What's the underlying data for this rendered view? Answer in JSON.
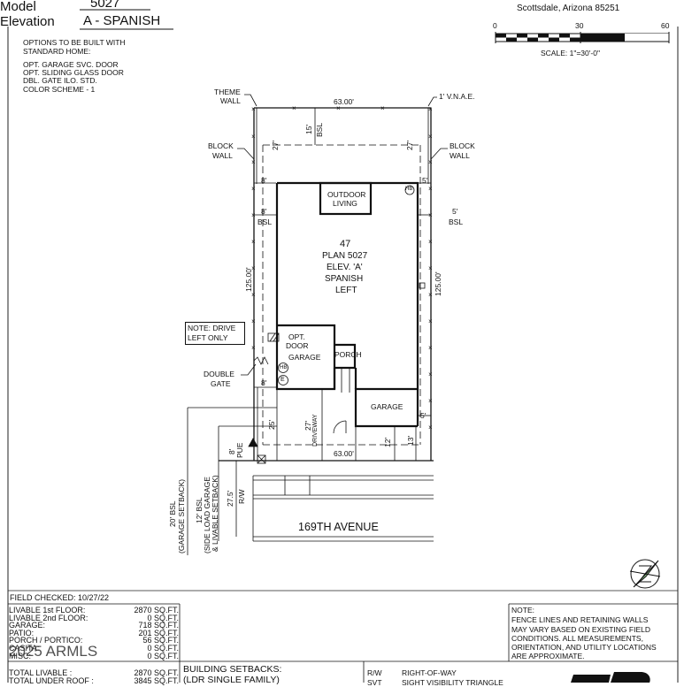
{
  "header": {
    "model_label": "Model",
    "model_value": "5027",
    "elevation_label": "Elevation",
    "elevation_value": "A - SPANISH",
    "address_line": "Scottsdale, Arizona 85251"
  },
  "options": {
    "heading_1": "OPTIONS TO BE BUILT WITH",
    "heading_2": "STANDARD HOME:",
    "items": [
      "OPT. GARAGE SVC. DOOR",
      "OPT. SLIDING GLASS DOOR",
      "DBL. GATE ILO. STD.",
      "COLOR SCHEME - 1"
    ]
  },
  "scale": {
    "ticks": [
      "0",
      "30",
      "60"
    ],
    "label": "SCALE:  1\"=30'-0\""
  },
  "plan": {
    "theme_wall": [
      "THEME",
      "WALL"
    ],
    "vnae": "1' V.N.A.E.",
    "top_width": "63.00'",
    "bsl_15": "15'",
    "bsl_15_sub": "BSL",
    "left_27": "27'",
    "right_27": "27'",
    "block_wall_left": [
      "BLOCK",
      "WALL"
    ],
    "block_wall_right": [
      "BLOCK",
      "WALL"
    ],
    "left_8_top": "8'",
    "right_5_top": "5'",
    "left_8_bsl": "8'",
    "left_bsl": "BSL",
    "right_5_bsl": "5'",
    "right_bsl": "BSL",
    "outdoor_living": [
      "OUTDOOR",
      "LIVING"
    ],
    "hb_top": "HB",
    "lot_number": "47",
    "plan_text": "PLAN 5027",
    "elev_text": "ELEV. 'A'",
    "style_text": "SPANISH",
    "hand_text": "LEFT",
    "left_depth": "125.00'",
    "right_depth": "125.00'",
    "note_drive": [
      "NOTE: DRIVE",
      "LEFT ONLY"
    ],
    "opt_door": [
      "OPT.",
      "DOOR"
    ],
    "garage_left": "GARAGE",
    "porch": "PORCH",
    "hb_left": "HB",
    "e_label": "E",
    "double_gate": [
      "DOUBLE",
      "GATE"
    ],
    "left_8_gate": "8'",
    "garage_right": "GARAGE",
    "right_5_garage": "5'",
    "left_25": "25'",
    "center_27": "27'",
    "driveway": "DRIVEWAY",
    "center_12": "12'",
    "right_13": "13'",
    "pue_8": "8'",
    "pue": "PUE",
    "bottom_width": "63.00'",
    "rw_27": "27.5'",
    "rw": "R/W",
    "bsl_20": [
      "20' BSL",
      "(GARAGE SETBACK)"
    ],
    "bsl_12": [
      "12' BSL",
      "(SIDE LOAD GARAGE",
      "& LIVABLE SETBACK)"
    ],
    "street": "169TH AVENUE"
  },
  "field_checked": "FIELD CHECKED:  10/27/22",
  "areas": [
    {
      "label": "LIVABLE 1st FLOOR:",
      "value": "2870 SQ.FT."
    },
    {
      "label": "LIVABLE 2nd FLOOR:",
      "value": "0 SQ.FT."
    },
    {
      "label": "GARAGE:",
      "value": "718 SQ.FT."
    },
    {
      "label": "PATIO:",
      "value": "201 SQ.FT."
    },
    {
      "label": "PORCH / PORTICO:",
      "value": "56 SQ.FT."
    },
    {
      "label": "CASITA:",
      "value": "0 SQ.FT."
    },
    {
      "label": "MISC:",
      "value": "0 SQ.FT."
    }
  ],
  "totals": [
    {
      "label": "TOTAL LIVABLE :",
      "value": "2870 SQ.FT."
    },
    {
      "label": "TOTAL UNDER ROOF :",
      "value": "3845 SQ.FT."
    }
  ],
  "watermark": "2025 ARMLS",
  "setbacks": {
    "title": "BUILDING SETBACKS:",
    "sub": "(LDR SINGLE FAMILY)"
  },
  "legend": [
    {
      "abbr": "R/W",
      "text": "RIGHT-OF-WAY"
    },
    {
      "abbr": "SVT",
      "text": "SIGHT VISIBILITY TRIANGLE"
    }
  ],
  "note": {
    "title": "NOTE:",
    "lines": [
      "FENCE LINES AND RETAINING WALLS",
      "MAY VARY BASED ON EXISTING FIELD",
      "CONDITIONS.  ALL MEASUREMENTS,",
      "ORIENTATION, AND UTILITY LOCATIONS",
      "ARE APPROXIMATE."
    ]
  },
  "logo_text": "TWD"
}
